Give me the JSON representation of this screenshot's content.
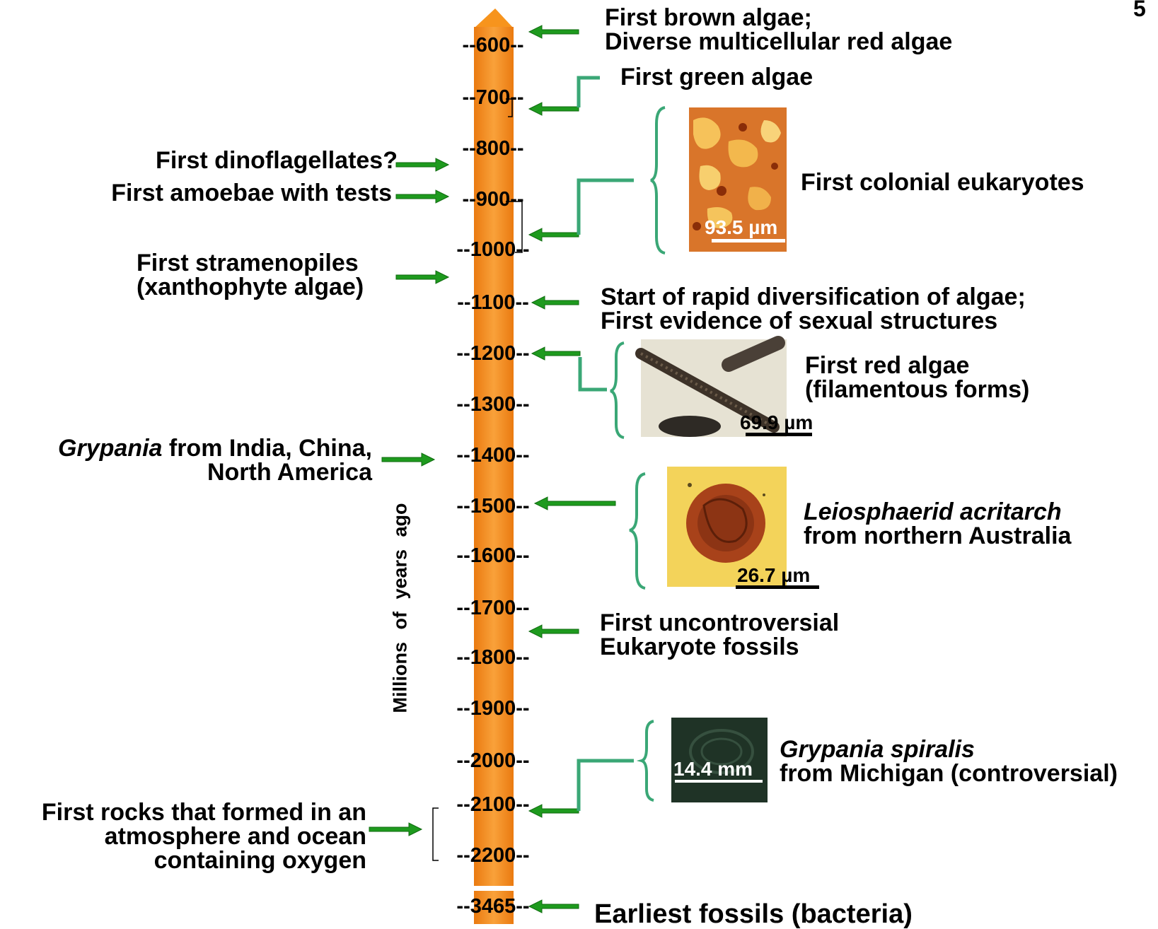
{
  "page_number": "5",
  "axis_label": "Millions of years ago",
  "ticks": [
    "--600--",
    "--700--",
    "--800--",
    "--900--",
    "--1000--",
    "--1100--",
    "--1200--",
    "--1300--",
    "--1400--",
    "--1500--",
    "--1600--",
    "--1700--",
    "--1800--",
    "--1900--",
    "--2000--",
    "--2100--",
    "--2200--",
    "--3465--"
  ],
  "events": {
    "brown_algae": [
      "First brown algae;",
      "Diverse multicellular red algae"
    ],
    "green_algae": "First green algae",
    "dinoflagellates": "First dinoflagellates?",
    "amoebae": "First amoebae with tests",
    "colonial": "First colonial eukaryotes",
    "stramenopiles": [
      "First stramenopiles",
      "(xanthophyte algae)"
    ],
    "rapid_diversification": [
      "Start of rapid diversification of algae;",
      "First evidence of sexual structures"
    ],
    "red_algae": [
      "First red algae",
      "(filamentous forms)"
    ],
    "grypania_india": {
      "genus": "Grypania",
      "rest": " from India, China,",
      "line2": "North America"
    },
    "leiosphaerid": [
      "Leiosphaerid acritarch",
      "from northern Australia"
    ],
    "uncontroversial": [
      "First uncontroversial",
      "Eukaryote fossils"
    ],
    "grypania_spiralis": [
      "Grypania spiralis",
      "from Michigan (controversial)"
    ],
    "oxygen_rocks": [
      "First rocks that formed in an",
      "atmosphere and ocean",
      "containing oxygen"
    ],
    "earliest": "Earliest fossils (bacteria)"
  },
  "scale_bars": {
    "colonial": "93.5 µm",
    "red_algae": "69.9 µm",
    "leiosphaerid": "26.7 µm",
    "grypania": "14.4 mm"
  },
  "colors": {
    "timeline": "#f7941d",
    "arrow": "#1e9a1e",
    "connector": "#3aa776",
    "brace": "#3aa776"
  },
  "icons": {
    "timeline": "up-arrow-bar",
    "pointer": "left-arrow / right-arrow"
  }
}
